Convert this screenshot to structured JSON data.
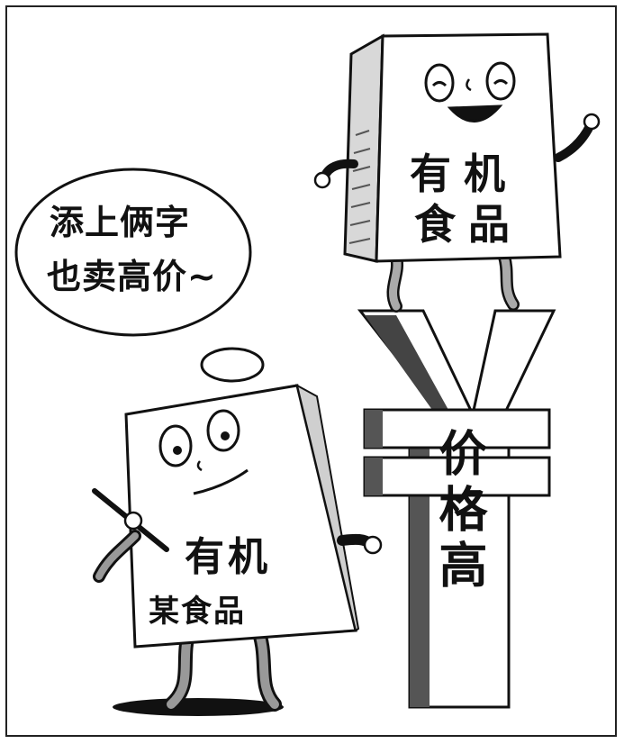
{
  "speech_bubble": {
    "line1": "添上俩字",
    "line2": "也卖高价~"
  },
  "top_bag": {
    "line1": "有机",
    "line2": "食品"
  },
  "yuan_sign": {
    "label": "价格高"
  },
  "bottom_bag": {
    "line1": "有机",
    "line2": "某食品"
  },
  "colors": {
    "ink": "#111111",
    "gray_dark": "#555555",
    "gray_mid": "#8a8a8a",
    "gray_light": "#cfcfcf"
  }
}
